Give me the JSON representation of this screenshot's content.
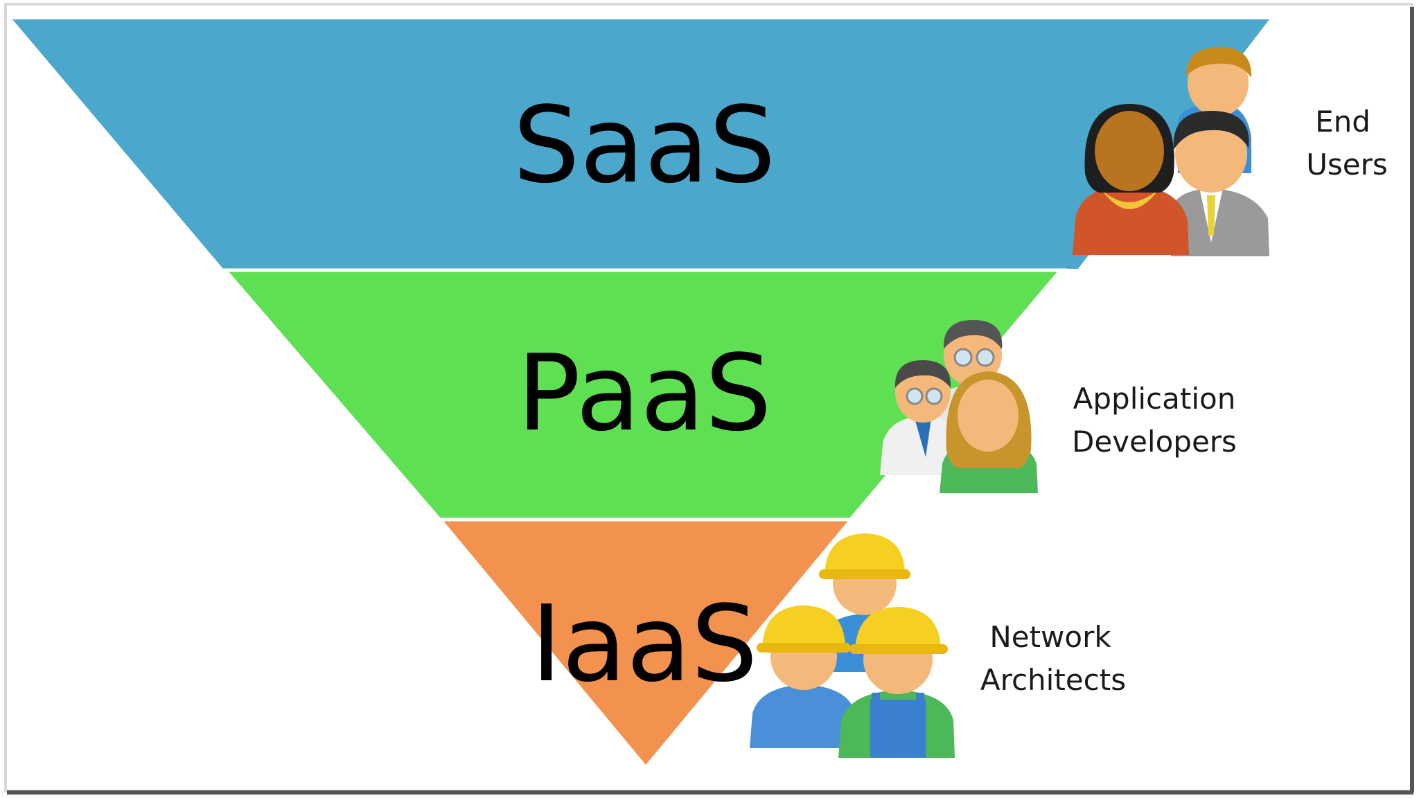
{
  "diagram": {
    "tiers": [
      {
        "key": "saas",
        "label": "SaaS",
        "color": "#4ba8cc",
        "audience": [
          "End",
          "Users"
        ]
      },
      {
        "key": "paas",
        "label": "PaaS",
        "color": "#5fe052",
        "audience": [
          "Application",
          "Developers"
        ]
      },
      {
        "key": "iaas",
        "label": "IaaS",
        "color": "#f3924f",
        "audience": [
          "Network",
          "Architects"
        ]
      }
    ],
    "icons": {
      "saas": "end-users-group-icon",
      "paas": "developers-group-icon",
      "iaas": "network-architects-group-icon"
    }
  }
}
